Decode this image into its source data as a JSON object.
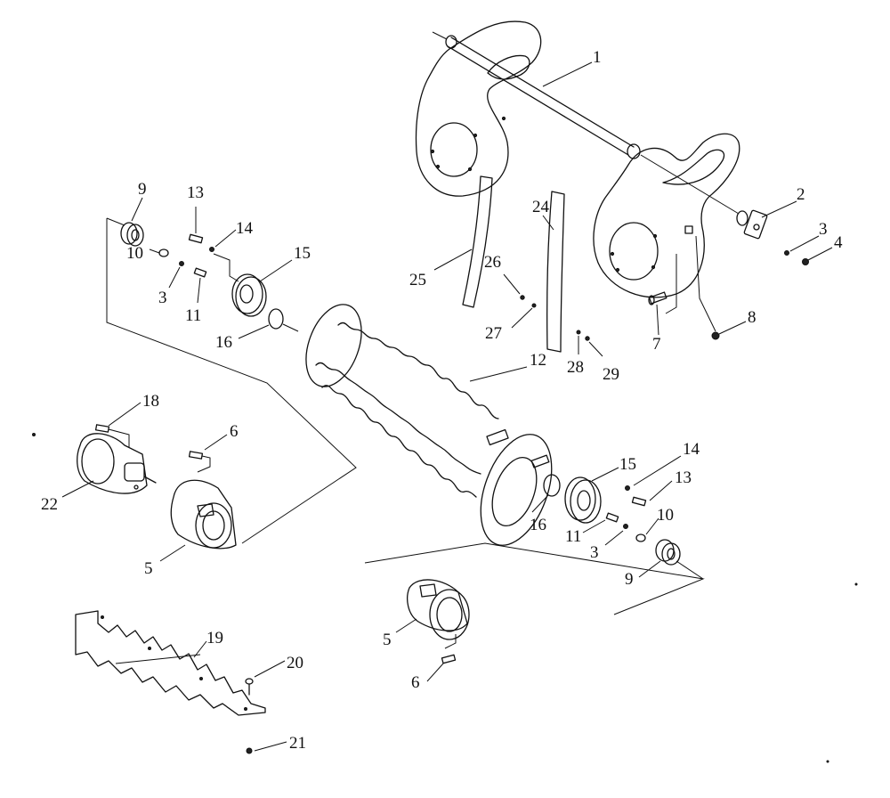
{
  "callouts": [
    {
      "id": "c1",
      "text": "1"
    },
    {
      "id": "c2",
      "text": "2"
    },
    {
      "id": "c3a",
      "text": "3"
    },
    {
      "id": "c4",
      "text": "4"
    },
    {
      "id": "c7",
      "text": "7"
    },
    {
      "id": "c8",
      "text": "8"
    },
    {
      "id": "c24",
      "text": "24"
    },
    {
      "id": "c25",
      "text": "25"
    },
    {
      "id": "c26",
      "text": "26"
    },
    {
      "id": "c27",
      "text": "27"
    },
    {
      "id": "c28",
      "text": "28"
    },
    {
      "id": "c29",
      "text": "29"
    },
    {
      "id": "c9a",
      "text": "9"
    },
    {
      "id": "c13a",
      "text": "13"
    },
    {
      "id": "c14a",
      "text": "14"
    },
    {
      "id": "c10a",
      "text": "10"
    },
    {
      "id": "c3b",
      "text": "3"
    },
    {
      "id": "c11a",
      "text": "11"
    },
    {
      "id": "c15a",
      "text": "15"
    },
    {
      "id": "c16a",
      "text": "16"
    },
    {
      "id": "c12",
      "text": "12"
    },
    {
      "id": "c18",
      "text": "18"
    },
    {
      "id": "c6a",
      "text": "6"
    },
    {
      "id": "c22",
      "text": "22"
    },
    {
      "id": "c5a",
      "text": "5"
    },
    {
      "id": "c14b",
      "text": "14"
    },
    {
      "id": "c15b",
      "text": "15"
    },
    {
      "id": "c13b",
      "text": "13"
    },
    {
      "id": "c16b",
      "text": "16"
    },
    {
      "id": "c11b",
      "text": "11"
    },
    {
      "id": "c3c",
      "text": "3"
    },
    {
      "id": "c10b",
      "text": "10"
    },
    {
      "id": "c9b",
      "text": "9"
    },
    {
      "id": "c5b",
      "text": "5"
    },
    {
      "id": "c6b",
      "text": "6"
    },
    {
      "id": "c19",
      "text": "19"
    },
    {
      "id": "c20",
      "text": "20"
    },
    {
      "id": "c21",
      "text": "21"
    }
  ]
}
